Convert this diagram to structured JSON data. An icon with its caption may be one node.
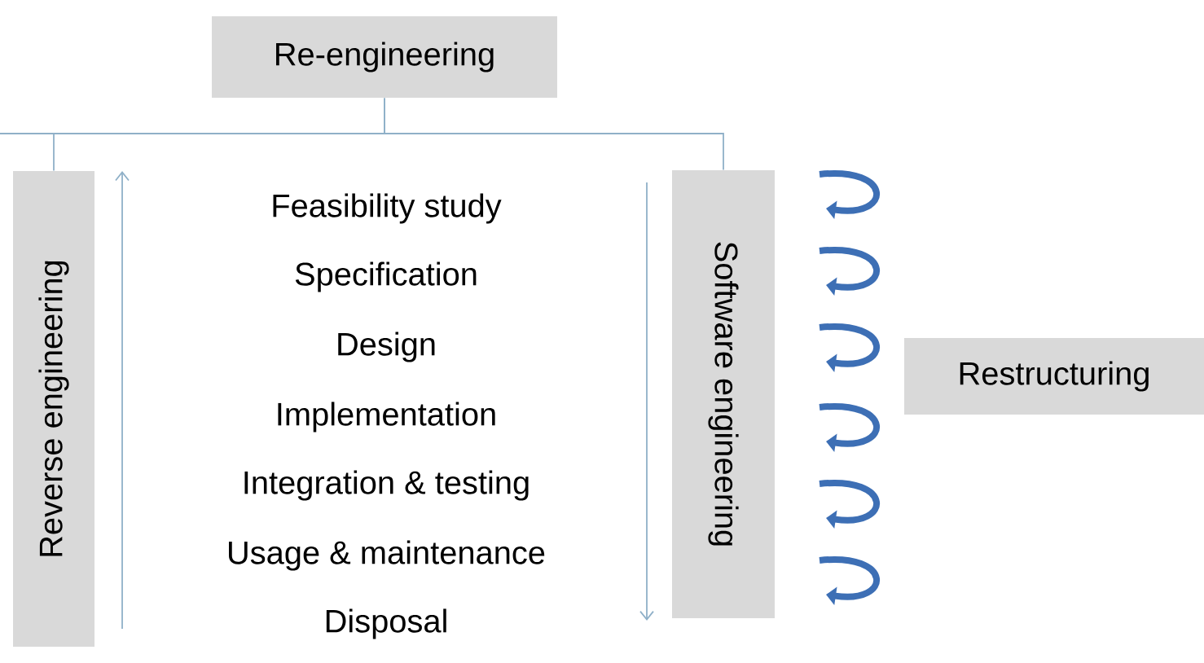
{
  "diagram": {
    "nodes": [
      {
        "text": [
          "Re-engineering"
        ]
      },
      {
        "text": [
          "Reverse engineering"
        ]
      },
      {
        "text": [
          "Software engineering"
        ]
      },
      {
        "text": [
          "Restructuring"
        ]
      }
    ],
    "edges": [
      {
        "from": 0,
        "to": 1,
        "arrow": "none"
      },
      {
        "from": 0,
        "to": 2,
        "arrow": "none"
      }
    ],
    "labels": [
      "Feasibility study",
      "Specification",
      "Design",
      "Implementation",
      "Integration & testing",
      "Usage & maintenance",
      "Disposal"
    ]
  }
}
